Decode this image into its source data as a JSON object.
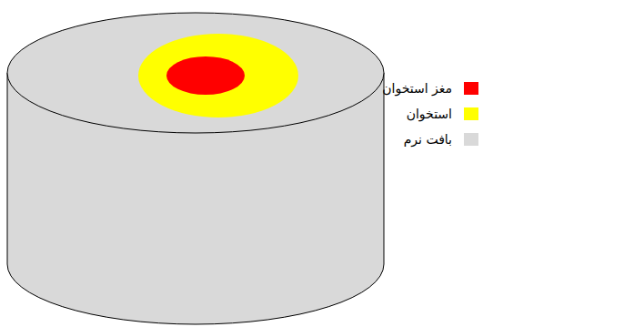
{
  "diagram": {
    "legend": [
      {
        "text": "مغز استخوان",
        "color": "#ff0000"
      },
      {
        "text": "استخوان",
        "color": "#ffff00"
      },
      {
        "text": "بافت نرم",
        "color": "#d9d9d9"
      }
    ]
  }
}
